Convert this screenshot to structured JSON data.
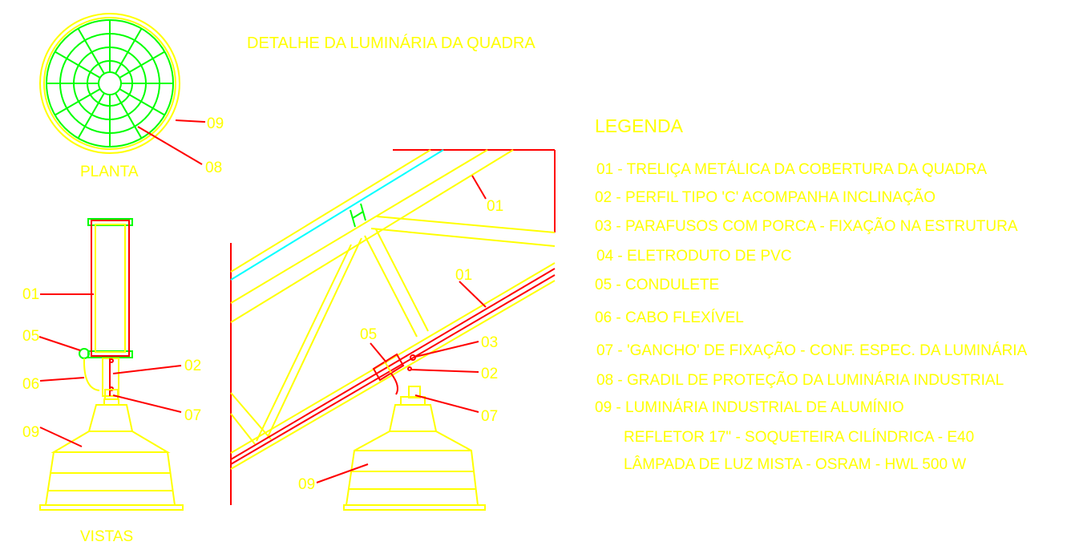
{
  "title": "DETALHE DA LUMINÁRIA DA QUADRA",
  "views": {
    "plan_label": "PLANTA",
    "views_label": "VISTAS"
  },
  "legend": {
    "heading": "LEGENDA",
    "items": [
      "01 - TRELIÇA METÁLICA DA COBERTURA DA QUADRA",
      "02 - PERFIL TIPO 'C'  ACOMPANHA INCLINAÇÃO",
      "03 - PARAFUSOS COM PORCA - FIXAÇÃO NA ESTRUTURA",
      "04 - ELETRODUTO DE PVC",
      "05 - CONDULETE",
      "06 - CABO FLEXÍVEL",
      "07 - 'GANCHO' DE FIXAÇÃO - CONF. ESPEC. DA LUMINÁRIA",
      "08 - GRADIL DE PROTEÇÃO DA LUMINÁRIA INDUSTRIAL",
      "09 - LUMINÁRIA INDUSTRIAL DE ALUMÍNIO",
      "REFLETOR 17\" - SOQUETEIRA CILÍNDRICA - E40",
      "LÂMPADA DE LUZ MISTA - OSRAM - HWL 500 W"
    ]
  },
  "callouts": {
    "plan": [
      "09",
      "08"
    ],
    "left_view": [
      "01",
      "05",
      "06",
      "02",
      "07",
      "09"
    ],
    "right_view": [
      "01",
      "01",
      "05",
      "03",
      "02",
      "07",
      "09"
    ]
  },
  "colors": {
    "background": "#ffffff",
    "text": "#ffff00",
    "leader": "#ff0000",
    "guard": "#00ff00",
    "profile": "#00ffff"
  }
}
